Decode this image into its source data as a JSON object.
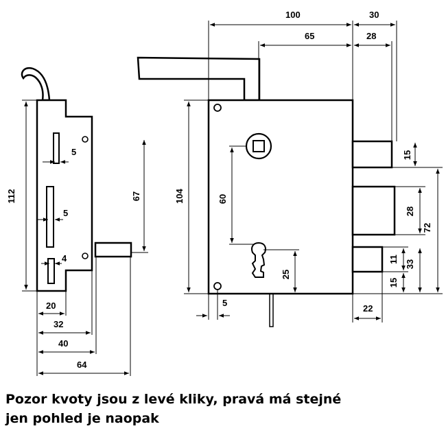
{
  "caption": {
    "line1": "Pozor kvoty jsou z levé kliky, pravá má stejné",
    "line2": "jen pohled je naopak"
  },
  "side_view": {
    "height": "112",
    "slot_upper": "5",
    "slot_middle": "5",
    "slot_lower": "4",
    "bolt_height": "67",
    "w20": "20",
    "w32": "32",
    "w40": "40",
    "w64": "64"
  },
  "front_view": {
    "top_total": "100",
    "top_right": "30",
    "top_handle": "65",
    "top_right_inner": "28",
    "height_body": "104",
    "spindle_to_key": "60",
    "key_to_bottom": "25",
    "hole_offset": "5",
    "bolt_top": "15",
    "bolt_middle": "28",
    "bolt_span": "72",
    "bolt_lower_gap": "11",
    "bolt_lower_span": "33",
    "bolt_lower": "15",
    "bolt_width": "22"
  }
}
